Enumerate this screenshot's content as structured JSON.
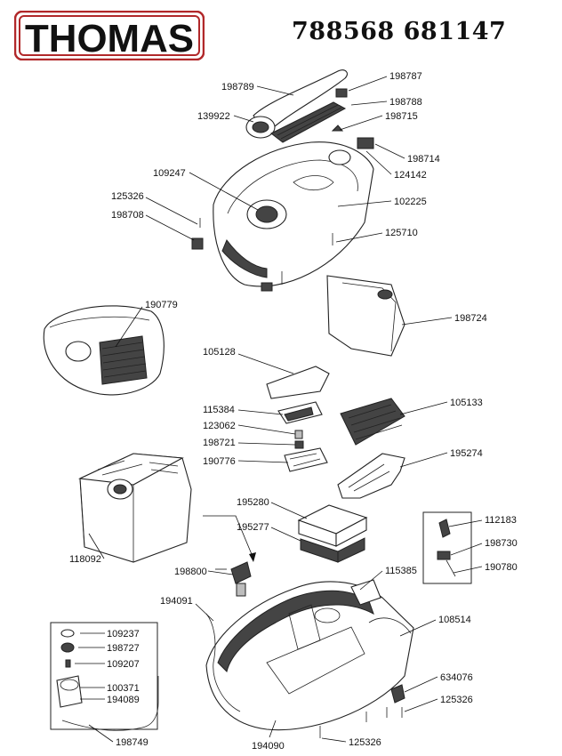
{
  "brand": {
    "name": "THOMAS",
    "color": "#b1282a"
  },
  "header_code": "788568 681147",
  "labels": [
    {
      "id": "198789",
      "text": "198789"
    },
    {
      "id": "198787",
      "text": "198787"
    },
    {
      "id": "198788",
      "text": "198788"
    },
    {
      "id": "139922",
      "text": "139922"
    },
    {
      "id": "198715",
      "text": "198715"
    },
    {
      "id": "198714",
      "text": "198714"
    },
    {
      "id": "124142",
      "text": "124142"
    },
    {
      "id": "109247",
      "text": "109247"
    },
    {
      "id": "102225",
      "text": "102225"
    },
    {
      "id": "125326a",
      "text": "125326"
    },
    {
      "id": "198708",
      "text": "198708"
    },
    {
      "id": "125710",
      "text": "125710"
    },
    {
      "id": "190779",
      "text": "190779"
    },
    {
      "id": "198724",
      "text": "198724"
    },
    {
      "id": "105128",
      "text": "105128"
    },
    {
      "id": "115384",
      "text": "115384"
    },
    {
      "id": "105133",
      "text": "105133"
    },
    {
      "id": "123062",
      "text": "123062"
    },
    {
      "id": "198721",
      "text": "198721"
    },
    {
      "id": "190776",
      "text": "190776"
    },
    {
      "id": "195274",
      "text": "195274"
    },
    {
      "id": "195280",
      "text": "195280"
    },
    {
      "id": "195277",
      "text": "195277"
    },
    {
      "id": "112183",
      "text": "112183"
    },
    {
      "id": "198730",
      "text": "198730"
    },
    {
      "id": "118092",
      "text": "118092"
    },
    {
      "id": "198800",
      "text": "198800"
    },
    {
      "id": "190780",
      "text": "190780"
    },
    {
      "id": "115385",
      "text": "115385"
    },
    {
      "id": "194091",
      "text": "194091"
    },
    {
      "id": "108514",
      "text": "108514"
    },
    {
      "id": "109237",
      "text": "109237"
    },
    {
      "id": "198727",
      "text": "198727"
    },
    {
      "id": "109207",
      "text": "109207"
    },
    {
      "id": "100371",
      "text": "100371"
    },
    {
      "id": "194089",
      "text": "194089"
    },
    {
      "id": "634076",
      "text": "634076"
    },
    {
      "id": "125326b",
      "text": "125326"
    },
    {
      "id": "198749",
      "text": "198749"
    },
    {
      "id": "194090",
      "text": "194090"
    },
    {
      "id": "125326c",
      "text": "125326"
    }
  ]
}
